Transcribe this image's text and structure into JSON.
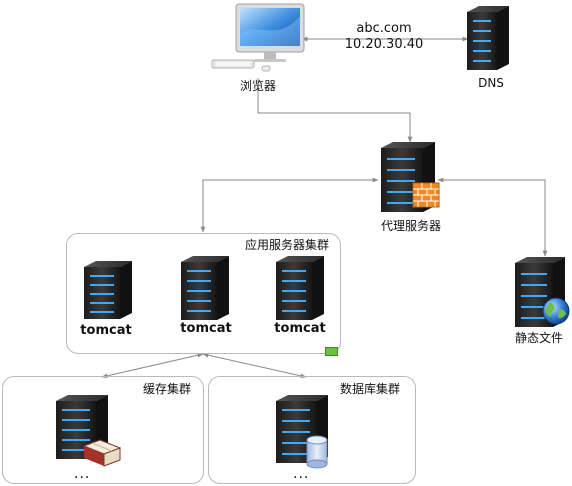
{
  "nodes": {
    "browser": {
      "label": "浏览器",
      "icon": "desktop-computer-icon"
    },
    "dns": {
      "label": "DNS",
      "icon": "server-icon"
    },
    "dns_domain": "abc.com",
    "dns_ip": "10.20.30.40",
    "proxy": {
      "label": "代理服务器",
      "icon": "firewall-server-icon"
    },
    "static": {
      "label": "静态文件",
      "icon": "globe-server-icon"
    }
  },
  "groups": {
    "app_cluster": {
      "title": "应用服务器集群",
      "servers": [
        {
          "label": "tomcat"
        },
        {
          "label": "tomcat"
        },
        {
          "label": "tomcat"
        }
      ]
    },
    "cache_cluster": {
      "title": "缓存集群",
      "more": "..."
    },
    "db_cluster": {
      "title": "数据库集群",
      "more": "..."
    }
  },
  "colors": {
    "server_body": "#2a2a2a",
    "server_led": "#3ea9f5",
    "connector": "#8a8a8a",
    "firewall": "#f08a24",
    "globe": "#2e7bd6",
    "db_cylinder": "#c9daf0",
    "status_green": "#6ac23a"
  }
}
